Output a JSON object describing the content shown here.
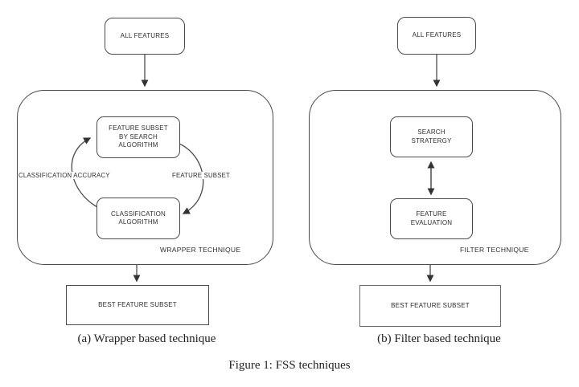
{
  "figure_caption": "Figure 1: FSS techniques",
  "colors": {
    "line": "#4a4a4a",
    "arrow": "#333333",
    "text": "#2e2e2e",
    "background": "#ffffff"
  },
  "wrapper_diagram": {
    "subcaption": "(a) Wrapper based technique",
    "input_node": "ALL FEATURES",
    "container_label": "WRAPPER TECHNIQUE",
    "feature_subset_node": "FEATURE SUBSET\nBY SEARCH\nALGORITHM",
    "classification_node": "CLASSIFICATION\nALGORITHM",
    "cycle_left_label": "CLASSIFICATION ACCURACY",
    "cycle_right_label": "FEATURE SUBSET",
    "output_node": "BEST FEATURE SUBSET"
  },
  "filter_diagram": {
    "subcaption": "(b) Filter based technique",
    "input_node": "ALL FEATURES",
    "container_label": "FILTER TECHNIQUE",
    "search_node": "SEARCH\nSTRATERGY",
    "evaluation_node": "FEATURE\nEVALUATION",
    "output_node": "BEST FEATURE SUBSET"
  }
}
